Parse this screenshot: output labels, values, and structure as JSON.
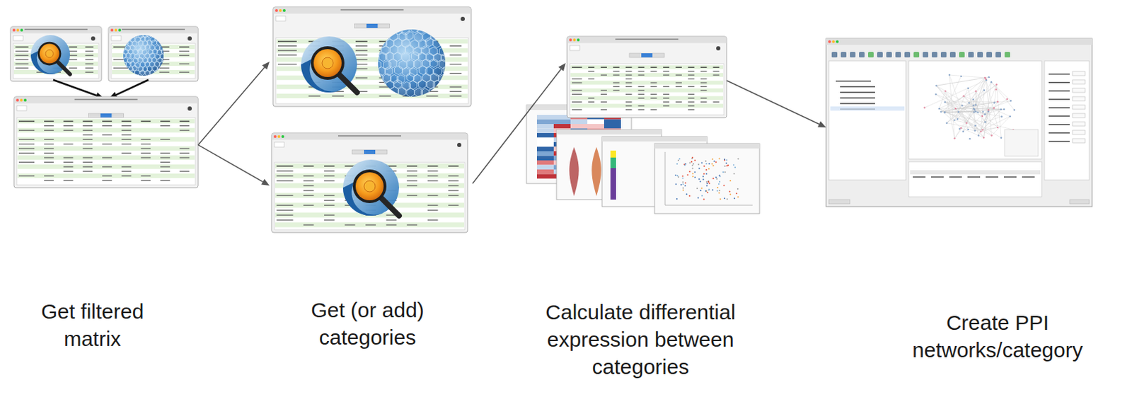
{
  "diagram": {
    "nodes": [
      {
        "text": [
          "Get filtered matrix"
        ]
      },
      {
        "text": [
          "Get (or add) categories"
        ]
      },
      {
        "text": [
          "Calculate differential expression between categories"
        ]
      },
      {
        "text": [
          "Create PPI networks/category"
        ]
      }
    ],
    "edges": [
      {
        "from": 0,
        "to": 1,
        "arrow": "to"
      },
      {
        "from": 0,
        "to": 1,
        "arrow": "to"
      },
      {
        "from": 1,
        "to": 2,
        "arrow": "to"
      },
      {
        "from": 2,
        "to": 3,
        "arrow": "to"
      }
    ]
  }
}
